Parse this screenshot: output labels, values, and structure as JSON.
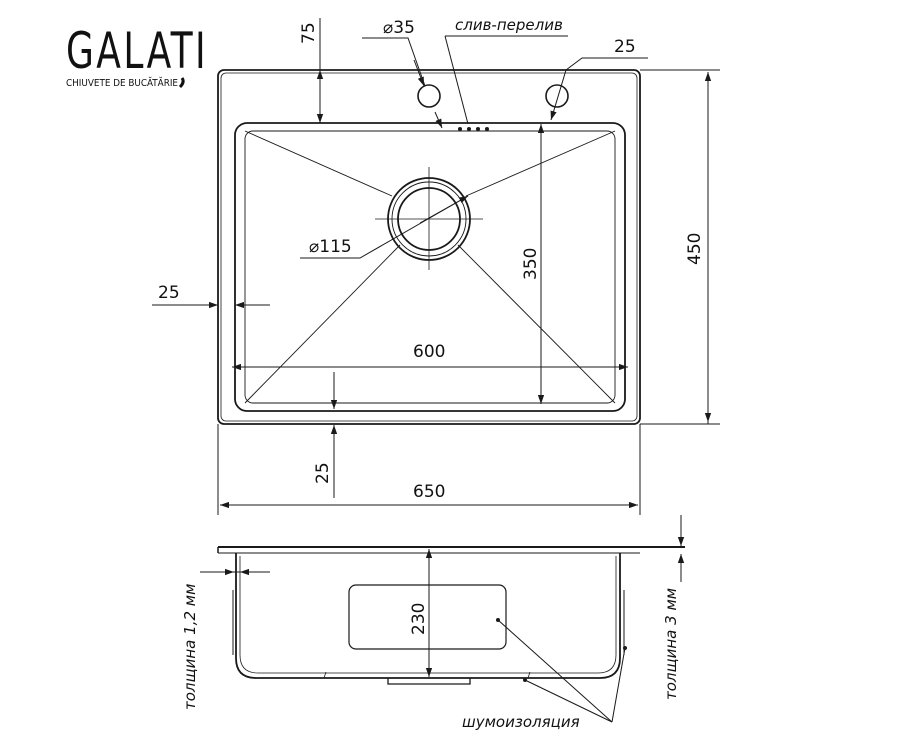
{
  "brand": {
    "name": "GALATI",
    "tagline": "CHIUVETE DE BUCĂTĂRIE"
  },
  "top_view": {
    "overflow_label": "слив-перелив",
    "hole_diameter": "35",
    "drain_diameter": "115",
    "top_offset": "75",
    "right_offset": "25",
    "left_offset": "25",
    "bottom_offset": "25",
    "inner_width": "600",
    "inner_height": "350",
    "outer_width": "650",
    "outer_height": "450"
  },
  "side_view": {
    "depth": "230",
    "thickness_left": "толщина 1,2 мм",
    "thickness_right": "толщина 3 мм",
    "insulation_label": "шумоизоляция"
  },
  "colors": {
    "line": "#1a1a1a"
  }
}
